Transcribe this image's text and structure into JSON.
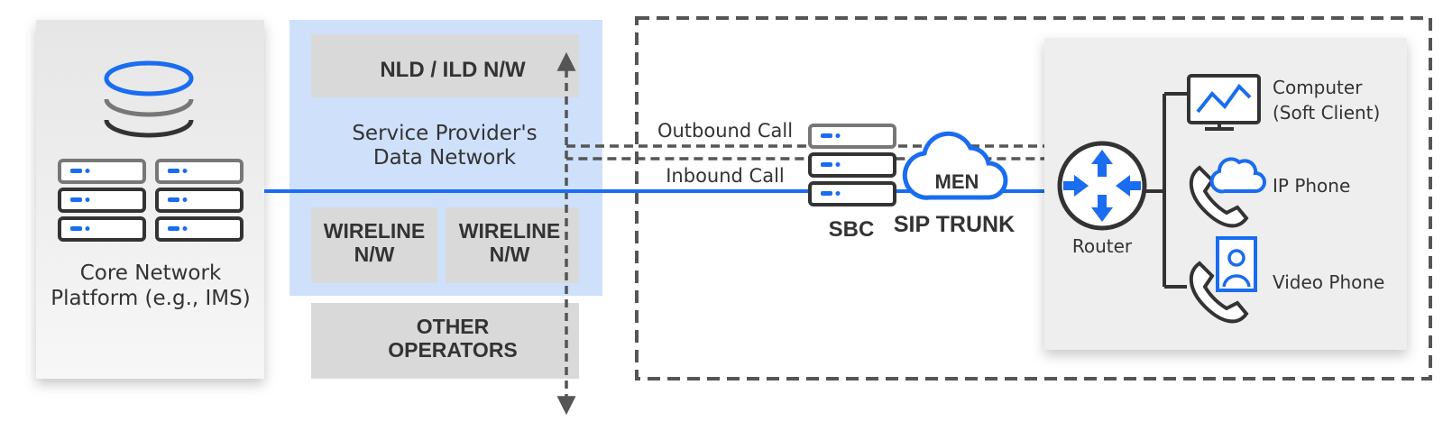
{
  "colors": {
    "accent_blue": "#1a6cf0",
    "light_blue_panel": "#cfe0fb",
    "gray_box": "#d9d9d9",
    "dark": "#333333",
    "panel_bg": "#eeeeee"
  },
  "core": {
    "label_line1": "Core Network",
    "label_line2": "Platform (e.g., IMS)"
  },
  "provider": {
    "nld_ild": "NLD / ILD N/W",
    "data_network_line1": "Service Provider's",
    "data_network_line2": "Data Network",
    "wireline1_line1": "WIRELINE",
    "wireline1_line2": "N/W",
    "wireline2_line1": "WIRELINE",
    "wireline2_line2": "N/W",
    "other_line1": "OTHER",
    "other_line2": "OPERATORS"
  },
  "calls": {
    "outbound": "Outbound Call",
    "inbound": "Inbound Call"
  },
  "sbc": {
    "label": "SBC"
  },
  "men": {
    "label": "MEN"
  },
  "trunk": {
    "label": "SIP TRUNK"
  },
  "router": {
    "label": "Router"
  },
  "devices": [
    {
      "line1": "Computer",
      "line2": "(Soft Client)",
      "icon": "computer-monitor-icon"
    },
    {
      "line1": "IP Phone",
      "icon": "ip-phone-icon"
    },
    {
      "line1": "Video Phone",
      "icon": "video-phone-icon"
    }
  ]
}
